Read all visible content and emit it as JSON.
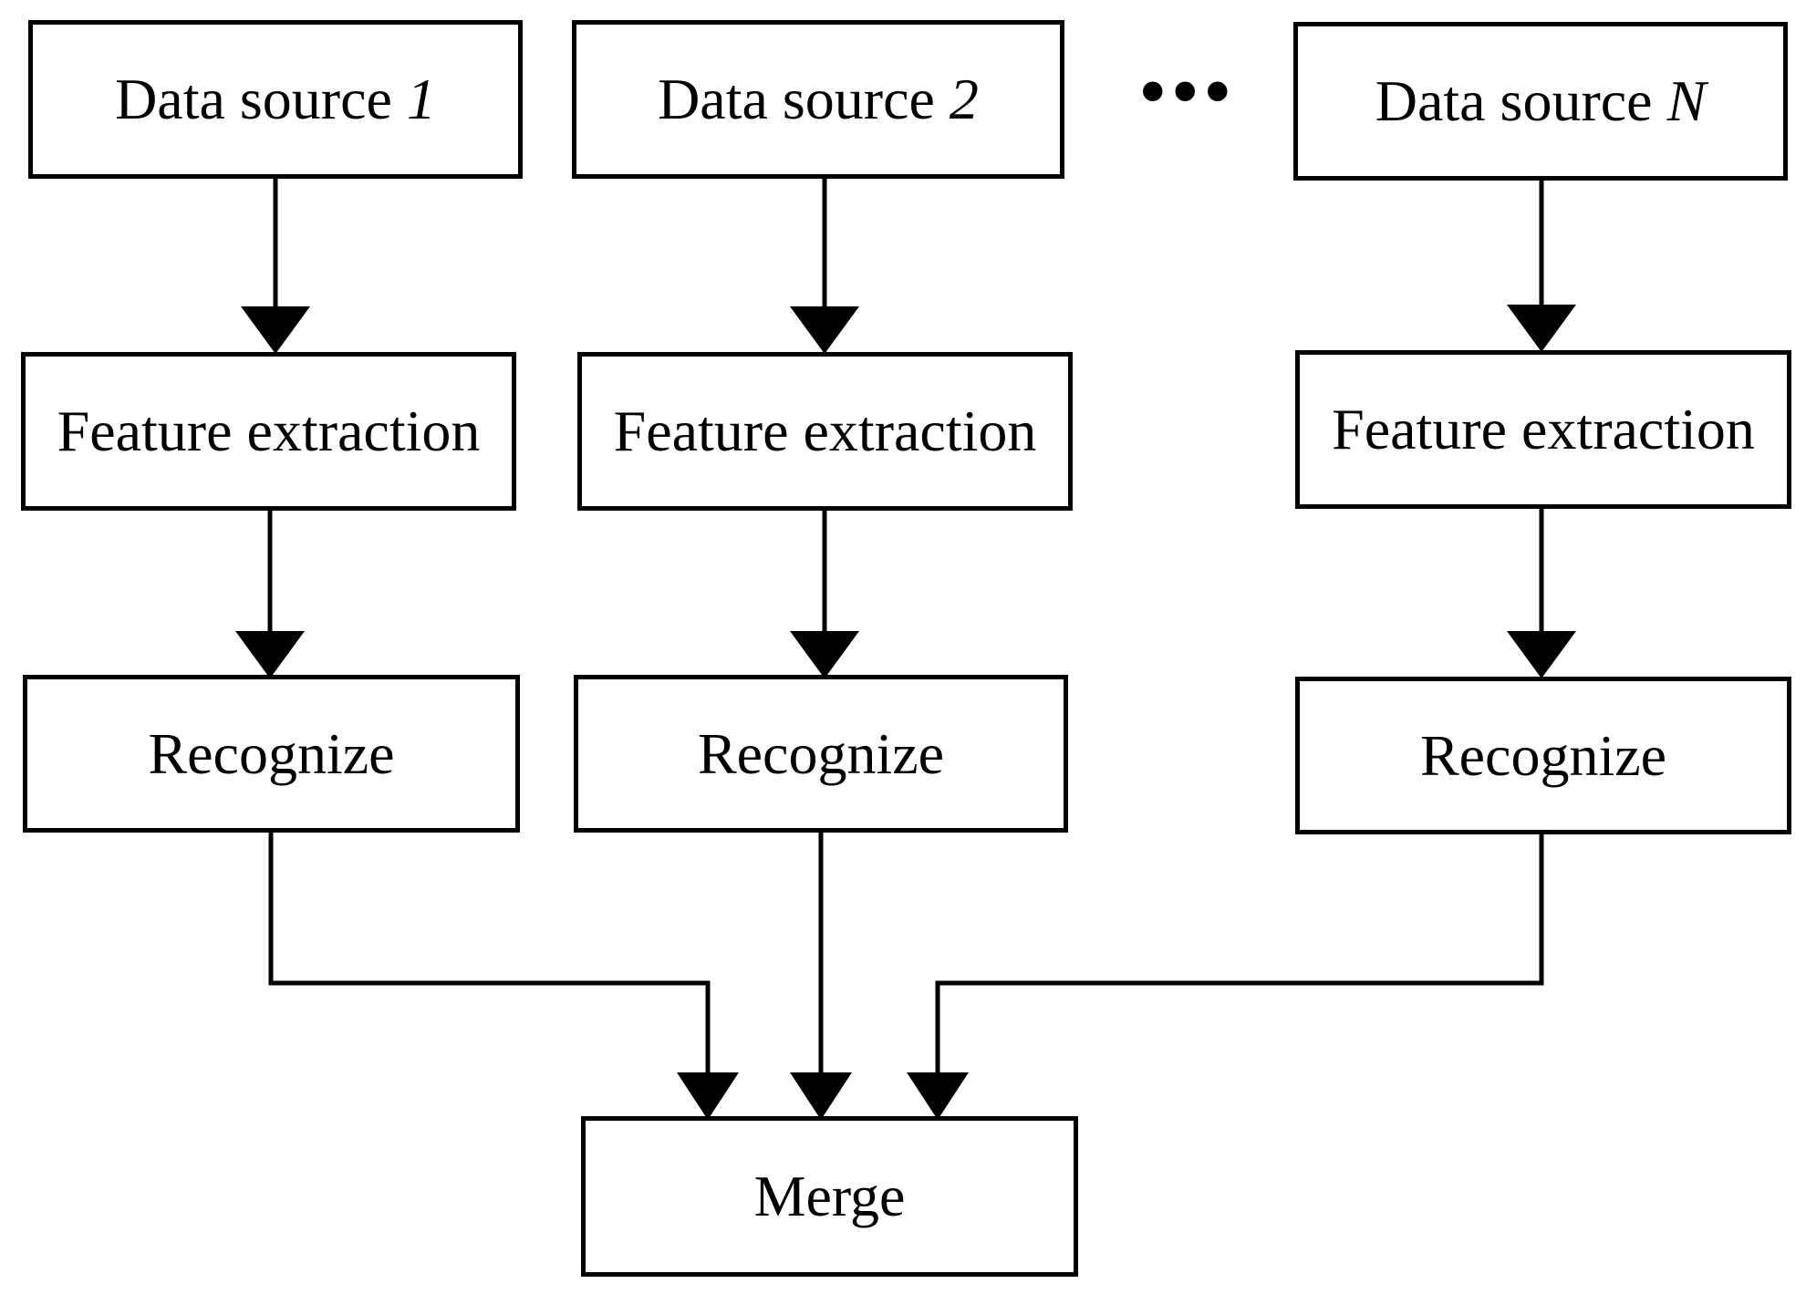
{
  "diagram": {
    "sources": [
      {
        "label": "Data source ",
        "index": "1"
      },
      {
        "label": "Data source ",
        "index": "2"
      },
      {
        "label": "Data source ",
        "index": "N"
      }
    ],
    "ellipsis": "•••",
    "feature_label": "Feature extraction",
    "recognize_label": "Recognize",
    "merge_label": "Merge"
  },
  "colors": {
    "stroke": "#000000",
    "background": "#ffffff"
  }
}
